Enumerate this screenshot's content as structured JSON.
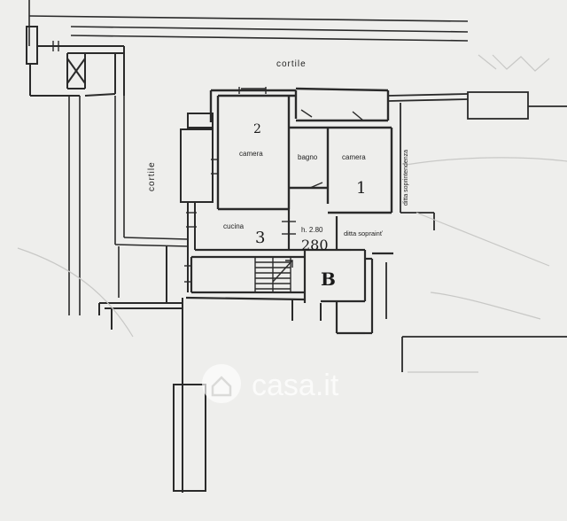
{
  "labels": {
    "cortile_top": "cortile",
    "cortile_left": "cortile",
    "camera_2": "camera",
    "bagno": "bagno",
    "camera_1": "camera",
    "cucina": "cucina",
    "ditta_soprintendenza_right": "ditta soprintendenza",
    "ditta_soprintendenza_mid": "ditta soprainť",
    "height_note": "h. 2.80"
  },
  "room_numbers": {
    "room_1": "1",
    "room_2": "2",
    "room_3": "3",
    "stair_b": "B",
    "height_handwritten": "280"
  },
  "watermark": {
    "text": "casa.it"
  },
  "colors": {
    "paper": "#eeeeec",
    "ink": "#2a2a2a",
    "watermark": "#ffffff"
  }
}
